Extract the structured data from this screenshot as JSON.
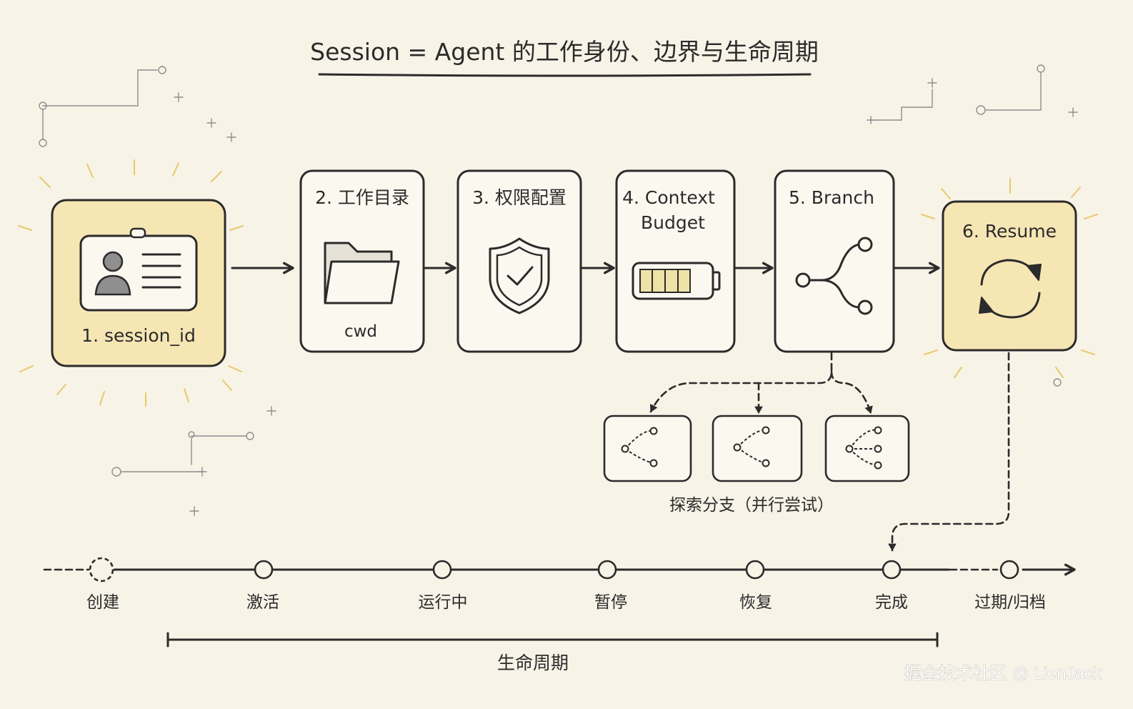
{
  "title": "Session = Agent 的工作身份、边界与生命周期",
  "steps": [
    {
      "label": "1. session_id",
      "icon": "id-card-icon"
    },
    {
      "label": "2. 工作目录",
      "sublabel": "cwd",
      "icon": "folder-icon"
    },
    {
      "label": "3. 权限配置",
      "icon": "shield-check-icon"
    },
    {
      "label_line1": "4. Context",
      "label_line2": "Budget",
      "icon": "battery-icon"
    },
    {
      "label": "5. Branch",
      "icon": "branch-icon"
    },
    {
      "label": "6. Resume",
      "icon": "refresh-icon"
    }
  ],
  "branch_caption": "探索分支（并行尝试）",
  "timeline": {
    "stages": [
      "创建",
      "激活",
      "运行中",
      "暂停",
      "恢复",
      "完成",
      "过期/归档"
    ],
    "bracket_label": "生命周期"
  },
  "colors": {
    "highlight_fill": "#f6e6b4",
    "box_fill": "#fbf8f0",
    "ink": "#2b2b2b",
    "battery_fill": "#efe2a6"
  },
  "watermark": "掘金技术社区 @ LienJack"
}
